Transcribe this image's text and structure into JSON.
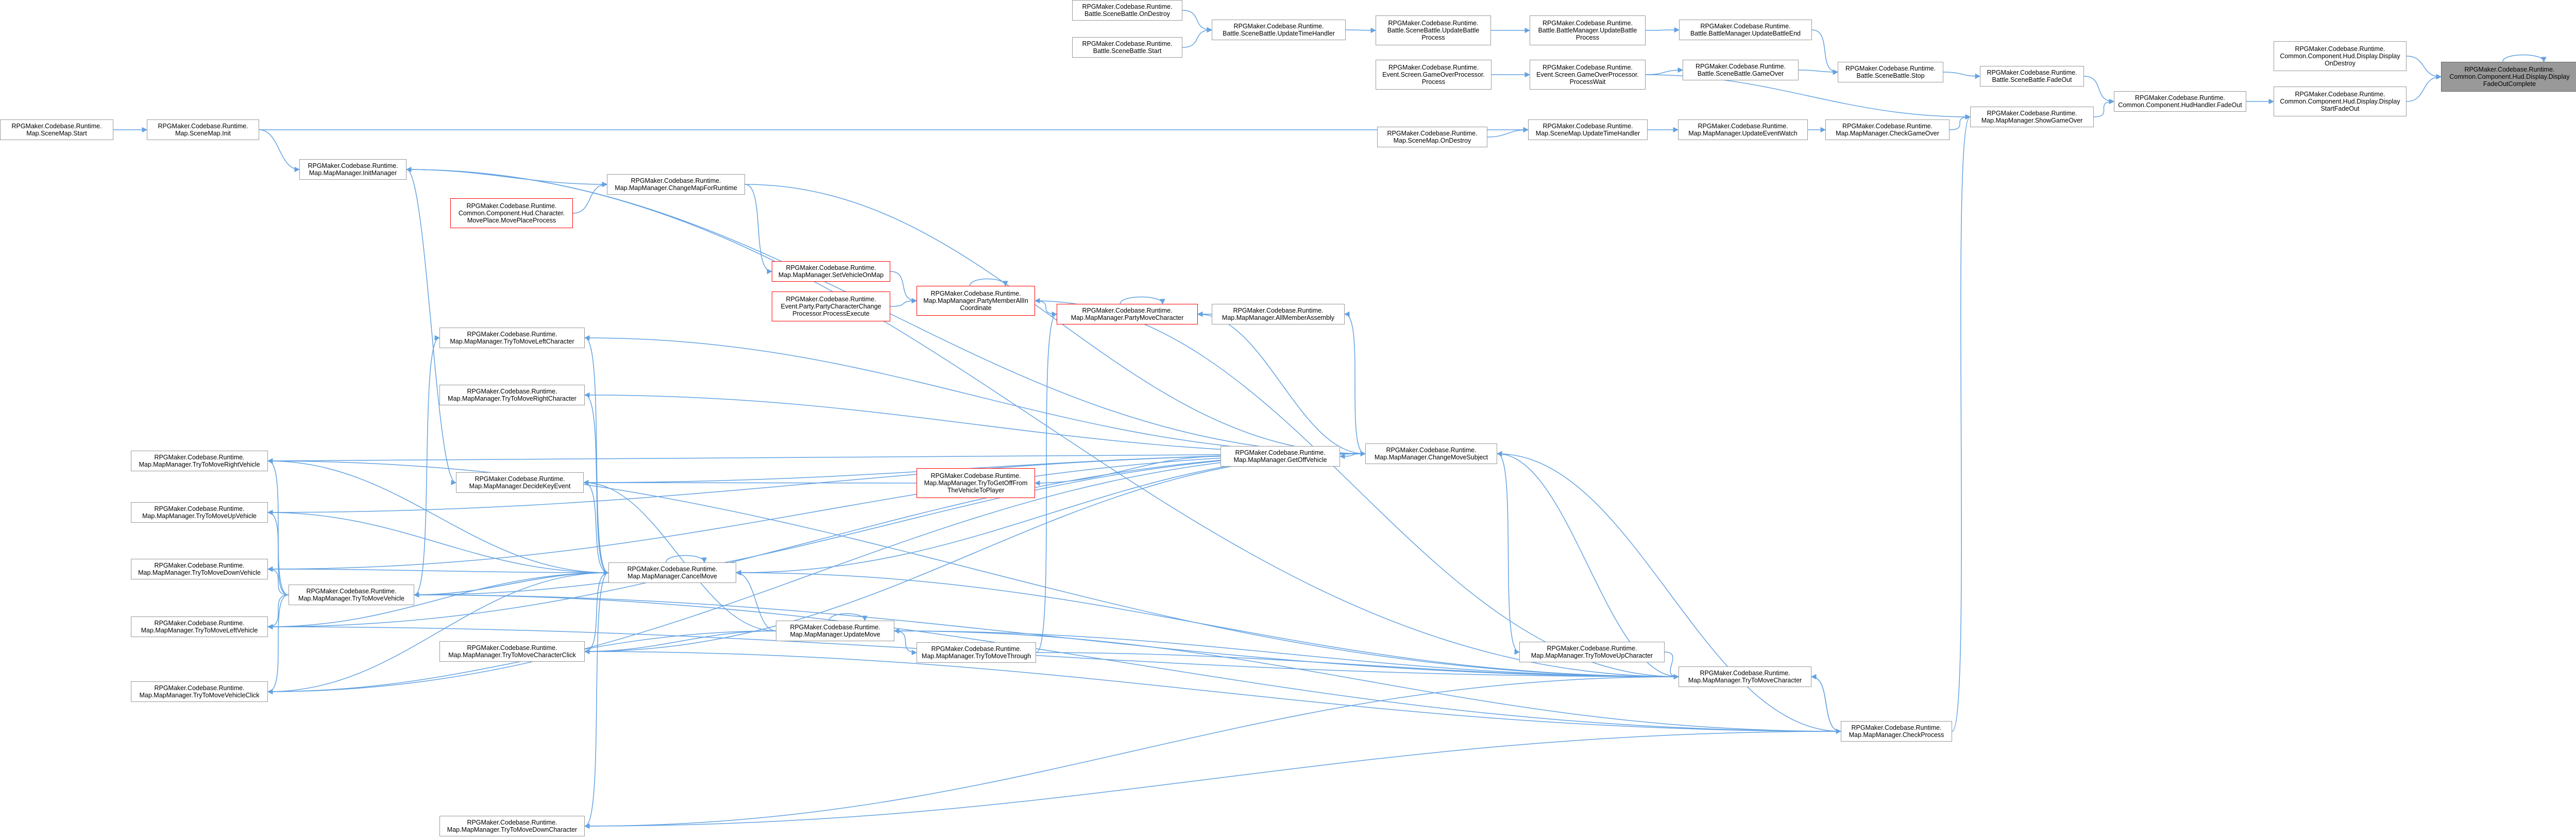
{
  "colors": {
    "edge": "#63a2e2",
    "border": "#999999",
    "highlight_border": "#ff0000",
    "root_fill": "#999999"
  },
  "nodes": [
    {
      "id": "n_root",
      "label": "RPGMaker.Codebase.Runtime.\nCommon.Component.Hud.Display.Display\nFadeOutComplete",
      "style": "root"
    },
    {
      "id": "n_ondestroy",
      "label": "RPGMaker.Codebase.Runtime.\nCommon.Component.Hud.Display.Display\nOnDestroy"
    },
    {
      "id": "n_startfade",
      "label": "RPGMaker.Codebase.Runtime.\nCommon.Component.Hud.Display.Display\nStartFadeOut"
    },
    {
      "id": "n_hudfade",
      "label": "RPGMaker.Codebase.Runtime.\nCommon.Component.HudHandler.FadeOut"
    },
    {
      "id": "n_bsfade",
      "label": "RPGMaker.Codebase.Runtime.\nBattle.SceneBattle.FadeOut"
    },
    {
      "id": "n_bsstop",
      "label": "RPGMaker.Codebase.Runtime.\nBattle.SceneBattle.Stop"
    },
    {
      "id": "n_bmupdend",
      "label": "RPGMaker.Codebase.Runtime.\nBattle.BattleManager.UpdateBattleEnd"
    },
    {
      "id": "n_bmupdproc",
      "label": "RPGMaker.Codebase.Runtime.\nBattle.BattleManager.UpdateBattle\nProcess"
    },
    {
      "id": "n_bsupdproc",
      "label": "RPGMaker.Codebase.Runtime.\nBattle.SceneBattle.UpdateBattle\nProcess"
    },
    {
      "id": "n_bsupdtime",
      "label": "RPGMaker.Codebase.Runtime.\nBattle.SceneBattle.UpdateTimeHandler"
    },
    {
      "id": "n_bsondestroy",
      "label": "RPGMaker.Codebase.Runtime.\nBattle.SceneBattle.OnDestroy"
    },
    {
      "id": "n_bsstart",
      "label": "RPGMaker.Codebase.Runtime.\nBattle.SceneBattle.Start"
    },
    {
      "id": "n_bsgameover",
      "label": "RPGMaker.Codebase.Runtime.\nBattle.SceneBattle.GameOver"
    },
    {
      "id": "n_gowait",
      "label": "RPGMaker.Codebase.Runtime.\nEvent.Screen.GameOverProcessor.\nProcessWait"
    },
    {
      "id": "n_goproc",
      "label": "RPGMaker.Codebase.Runtime.\nEvent.Screen.GameOverProcessor.\nProcess"
    },
    {
      "id": "n_mmshowgo",
      "label": "RPGMaker.Codebase.Runtime.\nMap.MapManager.ShowGameOver"
    },
    {
      "id": "n_mmcheckgo",
      "label": "RPGMaker.Codebase.Runtime.\nMap.MapManager.CheckGameOver"
    },
    {
      "id": "n_mmupdev",
      "label": "RPGMaker.Codebase.Runtime.\nMap.MapManager.UpdateEventWatch"
    },
    {
      "id": "n_smupdtime",
      "label": "RPGMaker.Codebase.Runtime.\nMap.SceneMap.UpdateTimeHandler"
    },
    {
      "id": "n_smondestroy",
      "label": "RPGMaker.Codebase.Runtime.\nMap.SceneMap.OnDestroy"
    },
    {
      "id": "n_smstart",
      "label": "RPGMaker.Codebase.Runtime.\nMap.SceneMap.Start"
    },
    {
      "id": "n_sminit",
      "label": "RPGMaker.Codebase.Runtime.\nMap.SceneMap.Init"
    },
    {
      "id": "n_mminit",
      "label": "RPGMaker.Codebase.Runtime.\nMap.MapManager.InitManager"
    },
    {
      "id": "n_mmchgmap",
      "label": "RPGMaker.Codebase.Runtime.\nMap.MapManager.ChangeMapForRuntime"
    },
    {
      "id": "n_hudmove",
      "label": "RPGMaker.Codebase.Runtime.\nCommon.Component.Hud.Character.\nMovePlace.MovePlaceProcess",
      "style": "hl"
    },
    {
      "id": "n_setveh",
      "label": "RPGMaker.Codebase.Runtime.\nMap.MapManager.SetVehicleOnMap",
      "style": "hl"
    },
    {
      "id": "n_partychg",
      "label": "RPGMaker.Codebase.Runtime.\nEvent.Party.PartyCharacterChange\nProcessor.ProcessExecute",
      "style": "hl"
    },
    {
      "id": "n_partymem",
      "label": "RPGMaker.Codebase.Runtime.\nMap.MapManager.PartyMemberAllIn\nCoordinate",
      "style": "hl"
    },
    {
      "id": "n_partymove",
      "label": "RPGMaker.Codebase.Runtime.\nMap.MapManager.PartyMoveCharacter",
      "style": "hl"
    },
    {
      "id": "n_allmem",
      "label": "RPGMaker.Codebase.Runtime.\nMap.MapManager.AllMemberAssembly"
    },
    {
      "id": "n_tryleft",
      "label": "RPGMaker.Codebase.Runtime.\nMap.MapManager.TryToMoveLeftCharacter"
    },
    {
      "id": "n_tryright",
      "label": "RPGMaker.Codebase.Runtime.\nMap.MapManager.TryToMoveRightCharacter"
    },
    {
      "id": "n_getoff",
      "label": "RPGMaker.Codebase.Runtime.\nMap.MapManager.GetOffVehicle"
    },
    {
      "id": "n_chgmove",
      "label": "RPGMaker.Codebase.Runtime.\nMap.MapManager.ChangeMoveSubject"
    },
    {
      "id": "n_tryrightveh",
      "label": "RPGMaker.Codebase.Runtime.\nMap.MapManager.TryToMoveRightVehicle"
    },
    {
      "id": "n_decide",
      "label": "RPGMaker.Codebase.Runtime.\nMap.MapManager.DecideKeyEvent"
    },
    {
      "id": "n_trygetoff",
      "label": "RPGMaker.Codebase.Runtime.\nMap.MapManager.TryToGetOffFrom\nTheVehicleToPlayer",
      "style": "hl"
    },
    {
      "id": "n_tryupveh",
      "label": "RPGMaker.Codebase.Runtime.\nMap.MapManager.TryToMoveUpVehicle"
    },
    {
      "id": "n_trydownveh",
      "label": "RPGMaker.Codebase.Runtime.\nMap.MapManager.TryToMoveDownVehicle"
    },
    {
      "id": "n_cancel",
      "label": "RPGMaker.Codebase.Runtime.\nMap.MapManager.CancelMove"
    },
    {
      "id": "n_tryveh",
      "label": "RPGMaker.Codebase.Runtime.\nMap.MapManager.TryToMoveVehicle"
    },
    {
      "id": "n_tryleftveh",
      "label": "RPGMaker.Codebase.Runtime.\nMap.MapManager.TryToMoveLeftVehicle"
    },
    {
      "id": "n_update",
      "label": "RPGMaker.Codebase.Runtime.\nMap.MapManager.UpdateMove"
    },
    {
      "id": "n_charclick",
      "label": "RPGMaker.Codebase.Runtime.\nMap.MapManager.TryToMoveCharacterClick"
    },
    {
      "id": "n_through",
      "label": "RPGMaker.Codebase.Runtime.\nMap.MapManager.TryToMoveThrough"
    },
    {
      "id": "n_tryup",
      "label": "RPGMaker.Codebase.Runtime.\nMap.MapManager.TryToMoveUpCharacter"
    },
    {
      "id": "n_trychar",
      "label": "RPGMaker.Codebase.Runtime.\nMap.MapManager.TryToMoveCharacter"
    },
    {
      "id": "n_vehclick",
      "label": "RPGMaker.Codebase.Runtime.\nMap.MapManager.TryToMoveVehicleClick"
    },
    {
      "id": "n_check",
      "label": "RPGMaker.Codebase.Runtime.\nMap.MapManager.CheckProcess"
    },
    {
      "id": "n_trydown",
      "label": "RPGMaker.Codebase.Runtime.\nMap.MapManager.TryToMoveDownCharacter"
    }
  ],
  "edges": [
    [
      "n_ondestroy",
      "n_root"
    ],
    [
      "n_startfade",
      "n_root"
    ],
    [
      "n_root",
      "n_root"
    ],
    [
      "n_hudfade",
      "n_startfade"
    ],
    [
      "n_bsfade",
      "n_hudfade"
    ],
    [
      "n_mmshowgo",
      "n_hudfade"
    ],
    [
      "n_bsstop",
      "n_bsfade"
    ],
    [
      "n_bmupdend",
      "n_bsstop"
    ],
    [
      "n_bsgameover",
      "n_bsstop"
    ],
    [
      "n_bmupdproc",
      "n_bmupdend"
    ],
    [
      "n_bsupdproc",
      "n_bmupdproc"
    ],
    [
      "n_bsupdtime",
      "n_bsupdproc"
    ],
    [
      "n_bsondestroy",
      "n_bsupdtime"
    ],
    [
      "n_bsstart",
      "n_bsupdtime"
    ],
    [
      "n_gowait",
      "n_bsgameover"
    ],
    [
      "n_goproc",
      "n_gowait"
    ],
    [
      "n_gowait",
      "n_mmshowgo"
    ],
    [
      "n_mmcheckgo",
      "n_mmshowgo"
    ],
    [
      "n_mmupdev",
      "n_mmcheckgo"
    ],
    [
      "n_smupdtime",
      "n_mmupdev"
    ],
    [
      "n_smondestroy",
      "n_smupdtime"
    ],
    [
      "n_sminit",
      "n_smupdtime"
    ],
    [
      "n_smstart",
      "n_sminit"
    ],
    [
      "n_sminit",
      "n_mminit"
    ],
    [
      "n_check",
      "n_mmshowgo"
    ],
    [
      "n_mminit",
      "n_mmchgmap"
    ],
    [
      "n_hudmove",
      "n_mmchgmap"
    ],
    [
      "n_mminit",
      "n_chgmove"
    ],
    [
      "n_mminit",
      "n_decide"
    ],
    [
      "n_mmchgmap",
      "n_setveh"
    ],
    [
      "n_mmchgmap",
      "n_chgmove"
    ],
    [
      "n_setveh",
      "n_partymem"
    ],
    [
      "n_partychg",
      "n_partymem"
    ],
    [
      "n_partymem",
      "n_partymem"
    ],
    [
      "n_partymem",
      "n_partymove"
    ],
    [
      "n_partymove",
      "n_partymove"
    ],
    [
      "n_allmem",
      "n_partymove"
    ],
    [
      "n_chgmove",
      "n_allmem"
    ],
    [
      "n_chgmove",
      "n_partymove"
    ],
    [
      "n_trychar",
      "n_partymem"
    ],
    [
      "n_through",
      "n_partymove"
    ],
    [
      "n_chgmove",
      "n_tryleft"
    ],
    [
      "n_chgmove",
      "n_tryright"
    ],
    [
      "n_chgmove",
      "n_getoff"
    ],
    [
      "n_chgmove",
      "n_tryrightveh"
    ],
    [
      "n_chgmove",
      "n_decide"
    ],
    [
      "n_getoff",
      "n_trygetoff"
    ],
    [
      "n_trygetoff",
      "n_decide"
    ],
    [
      "n_chgmove",
      "n_tryupveh"
    ],
    [
      "n_chgmove",
      "n_trydownveh"
    ],
    [
      "n_chgmove",
      "n_cancel"
    ],
    [
      "n_chgmove",
      "n_tryveh"
    ],
    [
      "n_chgmove",
      "n_tryleftveh"
    ],
    [
      "n_chgmove",
      "n_charclick"
    ],
    [
      "n_chgmove",
      "n_vehclick"
    ],
    [
      "n_chgmove",
      "n_tryup"
    ],
    [
      "n_trychar",
      "n_chgmove"
    ],
    [
      "n_check",
      "n_chgmove"
    ],
    [
      "n_trychar",
      "n_mminit"
    ],
    [
      "n_tryleft",
      "n_cancel"
    ],
    [
      "n_tryright",
      "n_cancel"
    ],
    [
      "n_tryrightveh",
      "n_cancel"
    ],
    [
      "n_decide",
      "n_cancel"
    ],
    [
      "n_tryupveh",
      "n_cancel"
    ],
    [
      "n_trydownveh",
      "n_cancel"
    ],
    [
      "n_tryveh",
      "n_cancel"
    ],
    [
      "n_tryleftveh",
      "n_cancel"
    ],
    [
      "n_charclick",
      "n_cancel"
    ],
    [
      "n_vehclick",
      "n_cancel"
    ],
    [
      "n_trydown",
      "n_cancel"
    ],
    [
      "n_update",
      "n_cancel"
    ],
    [
      "n_cancel",
      "n_cancel"
    ],
    [
      "n_trychar",
      "n_cancel"
    ],
    [
      "n_cancel",
      "n_tryveh"
    ],
    [
      "n_tryveh",
      "n_tryrightveh"
    ],
    [
      "n_tryveh",
      "n_tryupveh"
    ],
    [
      "n_tryveh",
      "n_trydownveh"
    ],
    [
      "n_tryveh",
      "n_tryleftveh"
    ],
    [
      "n_tryveh",
      "n_vehclick"
    ],
    [
      "n_tryveh",
      "n_tryleft"
    ],
    [
      "n_update",
      "n_update"
    ],
    [
      "n_update",
      "n_charclick"
    ],
    [
      "n_update",
      "n_through"
    ],
    [
      "n_update",
      "n_vehclick"
    ],
    [
      "n_update",
      "n_decide"
    ],
    [
      "n_check",
      "n_update"
    ],
    [
      "n_trychar",
      "n_update"
    ],
    [
      "n_tryup",
      "n_trychar"
    ],
    [
      "n_trychar",
      "n_check"
    ],
    [
      "n_check",
      "n_trychar"
    ],
    [
      "n_check",
      "n_tryveh"
    ],
    [
      "n_trychar",
      "n_tryveh"
    ],
    [
      "n_trychar",
      "n_trydown"
    ],
    [
      "n_check",
      "n_trydown"
    ],
    [
      "n_through",
      "n_trychar"
    ],
    [
      "n_trychar",
      "n_tryrightveh"
    ],
    [
      "n_trychar",
      "n_tryleftveh"
    ],
    [
      "n_check",
      "n_charclick"
    ]
  ]
}
